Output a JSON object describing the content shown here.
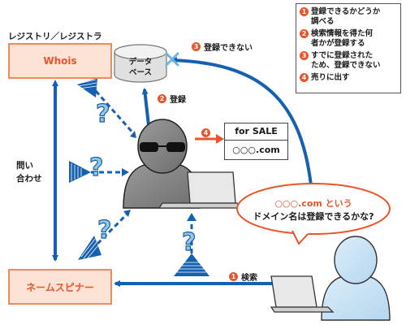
{
  "colors": {
    "accent_orange": "#e8552a",
    "box_fill": "#fde3d6",
    "arrow_blue": "#1560b0",
    "person_gray": "#8a8a8a",
    "user_blue": "#cfe6f7"
  },
  "registry": {
    "caption": "レジストリ／レジストラ",
    "whois_label": "Whois"
  },
  "name_spinner": {
    "label": "ネームスピナー"
  },
  "database": {
    "label_line1": "データ",
    "label_line2": "ベース"
  },
  "inquiry_label": {
    "line1": "問い",
    "line2": "合わせ"
  },
  "steps": [
    {
      "num": "1",
      "label": "検索"
    },
    {
      "num": "2",
      "label": "登録"
    },
    {
      "num": "3",
      "label": "登録できない"
    },
    {
      "num": "4",
      "label": ""
    }
  ],
  "legend": {
    "items": [
      {
        "num": "1",
        "text_line1": "登録できるかどうか",
        "text_line2": "調べる"
      },
      {
        "num": "2",
        "text_line1": "検索情報を得た何",
        "text_line2": "者かが登録する"
      },
      {
        "num": "3",
        "text_line1": "すでに登録された",
        "text_line2": "ため、登録できない"
      },
      {
        "num": "4",
        "text_line1": "売りに出す",
        "text_line2": ""
      }
    ]
  },
  "sale_sign": {
    "top": "for SALE",
    "bottom": "○○○.com"
  },
  "speech_bubble": {
    "line1": "○○○.com という",
    "line2": "ドメイン名は登録できるかな?"
  },
  "question_mark": "?"
}
